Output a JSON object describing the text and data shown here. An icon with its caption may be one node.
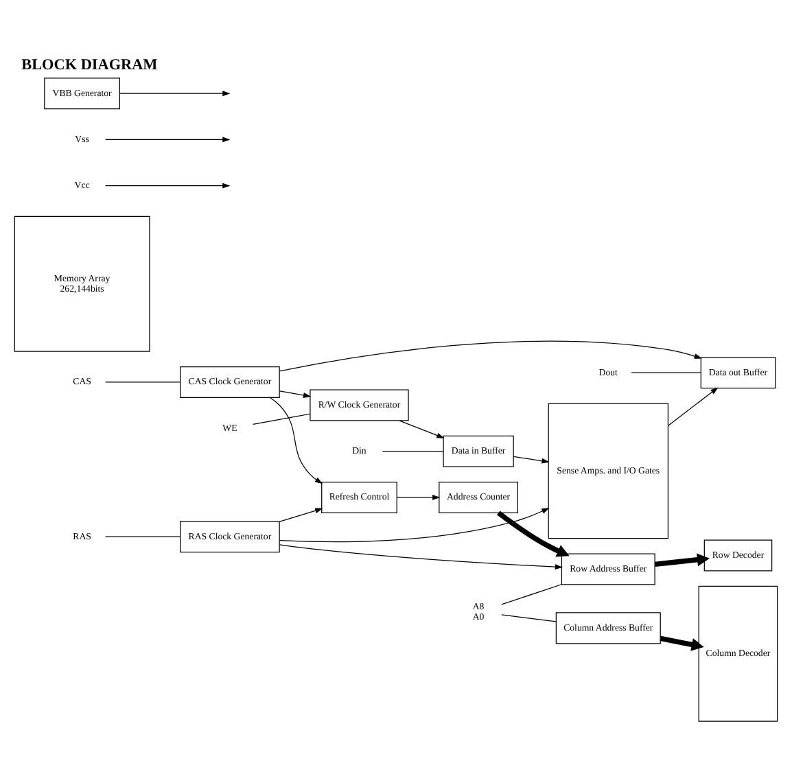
{
  "diagram": {
    "title": "BLOCK DIAGRAM",
    "nodes": [
      {
        "text": [
          "WE"
        ]
      },
      {
        "text": [
          "R/W Clock Generator"
        ]
      },
      {
        "text": [
          "CAS"
        ]
      },
      {
        "text": [
          "CAS Clock Generator"
        ]
      },
      {
        "text": [
          "RAS"
        ]
      },
      {
        "text": [
          "RAS Clock Generator"
        ]
      },
      {
        "text": [
          "Refresh Control"
        ]
      },
      {
        "text": [
          "Address Counter"
        ]
      },
      {
        "text": [
          "Row Address Buffer"
        ]
      },
      {
        "text": [
          "A8",
          "A0"
        ]
      },
      {
        "text": [
          "Column Address Buffer"
        ]
      },
      {
        "text": [
          "Din"
        ]
      },
      {
        "text": [
          "Data in Buffer"
        ]
      },
      {
        "text": [
          "Dout"
        ]
      },
      {
        "text": [
          "Data out Buffer"
        ]
      },
      {
        "text": [
          "Memory Array",
          "262,144bits"
        ]
      },
      {
        "text": [
          "Row Decoder"
        ]
      },
      {
        "text": [
          "Sense Amps. and I/O Gates"
        ]
      },
      {
        "text": [
          "Column Decoder"
        ]
      },
      {
        "text": [
          "Vcc"
        ]
      },
      {
        "text": [
          "Vss"
        ]
      },
      {
        "text": [
          "VBB Generator"
        ]
      }
    ],
    "edges": [
      {
        "from": 0,
        "to": 1,
        "arrow": "none"
      },
      {
        "from": 2,
        "to": 3,
        "arrow": "none"
      },
      {
        "from": 4,
        "to": 5,
        "arrow": "none"
      },
      {
        "from": 1,
        "to": 12,
        "arrow": "to"
      },
      {
        "from": 3,
        "to": 1,
        "arrow": "to"
      },
      {
        "from": 3,
        "to": 6,
        "arrow": "to"
      },
      {
        "from": 3,
        "to": 14,
        "arrow": "to"
      },
      {
        "from": 5,
        "to": 6,
        "arrow": "to"
      },
      {
        "from": 5,
        "to": 8,
        "arrow": "to"
      },
      {
        "from": 5,
        "to": 17,
        "arrow": "to"
      },
      {
        "from": 6,
        "to": 7,
        "arrow": "to"
      },
      {
        "from": 7,
        "to": 8,
        "arrow": "to",
        "style": "thick"
      },
      {
        "from": 9,
        "to": 8,
        "arrow": "none"
      },
      {
        "from": 9,
        "to": 10,
        "arrow": "none"
      },
      {
        "from": 8,
        "to": 16,
        "arrow": "to",
        "style": "thick"
      },
      {
        "from": 10,
        "to": 18,
        "arrow": "to",
        "style": "thick"
      },
      {
        "from": 11,
        "to": 12,
        "arrow": "none"
      },
      {
        "from": 13,
        "to": 14,
        "arrow": "none"
      },
      {
        "from": 12,
        "to": 17,
        "arrow": "to"
      },
      {
        "from": 17,
        "to": 14,
        "arrow": "to"
      },
      {
        "from": 19,
        "to": null,
        "arrow": "to"
      },
      {
        "from": 20,
        "to": null,
        "arrow": "to"
      },
      {
        "from": 21,
        "to": null,
        "arrow": "to"
      }
    ]
  }
}
